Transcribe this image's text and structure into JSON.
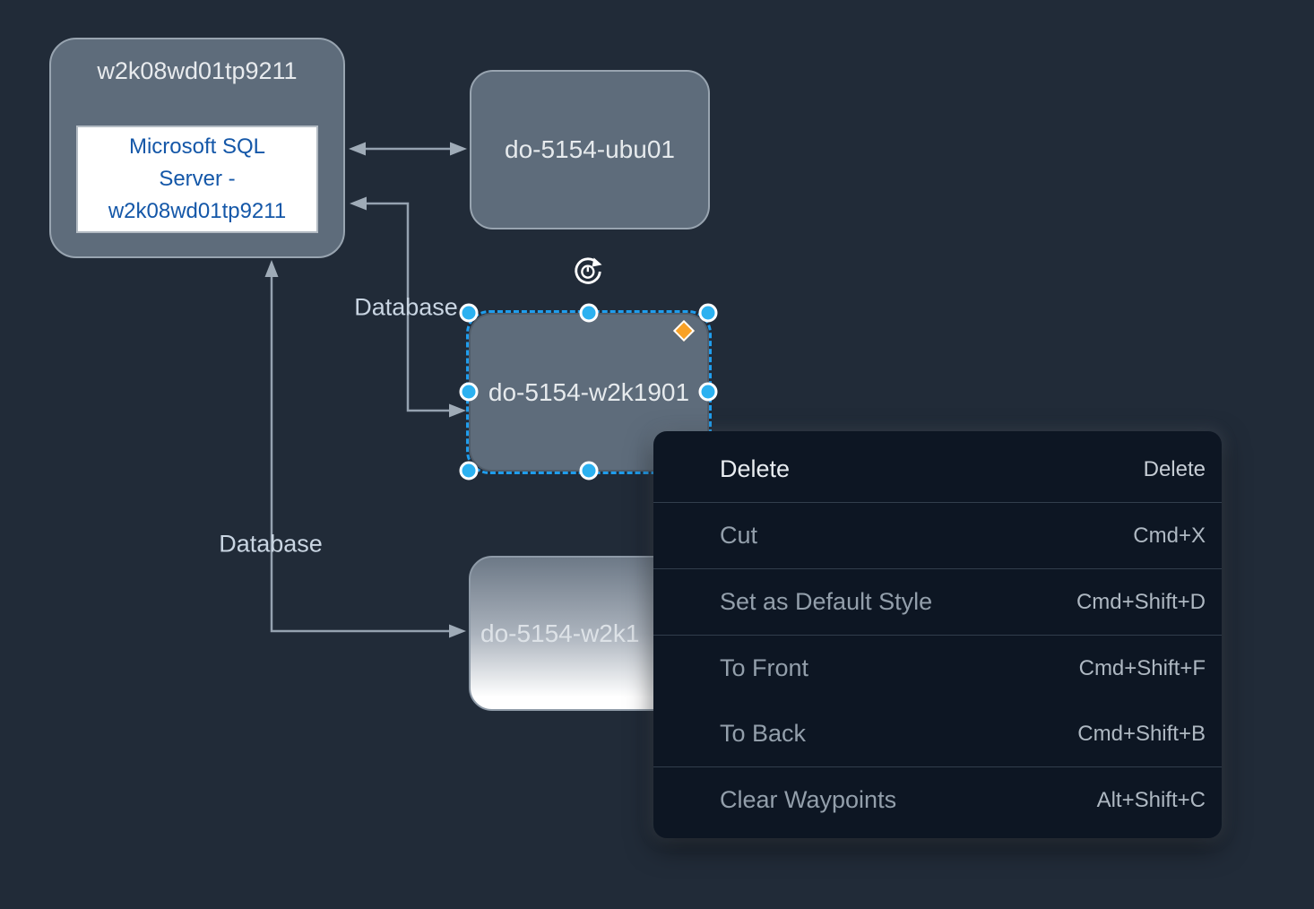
{
  "canvas": {
    "background_color": "#212b38",
    "node_fill_color": "#5e6c7b",
    "node_border_color": "#98a4b0",
    "edge_color": "#95a2b0",
    "selection_color": "#1f9ded",
    "handle_fill_color": "#2cb1f0",
    "rotation_handle_color": "#f9a125",
    "menu_background_color": "#0d1623"
  },
  "nodes": {
    "group": {
      "title": "w2k08wd01tp9211",
      "sql_label_lines": [
        "Microsoft SQL",
        "Server -",
        "w2k08wd01tp9211"
      ],
      "sql_text_color": "#1457a8"
    },
    "ubu01": {
      "label": "do-5154-ubu01"
    },
    "w2k1901": {
      "label": "do-5154-w2k1901",
      "selected": true
    },
    "w2k1_partial": {
      "label": "do-5154-w2k1"
    }
  },
  "edges": {
    "label_top": "Database",
    "label_bottom": "Database"
  },
  "context_menu": {
    "items": [
      {
        "label": "Delete",
        "shortcut": "Delete"
      },
      {
        "label": "Cut",
        "shortcut": "Cmd+X"
      },
      {
        "label": "Set as Default Style",
        "shortcut": "Cmd+Shift+D"
      },
      {
        "label": "To Front",
        "shortcut": "Cmd+Shift+F"
      },
      {
        "label": "To Back",
        "shortcut": "Cmd+Shift+B"
      },
      {
        "label": "Clear Waypoints",
        "shortcut": "Alt+Shift+C"
      }
    ]
  }
}
